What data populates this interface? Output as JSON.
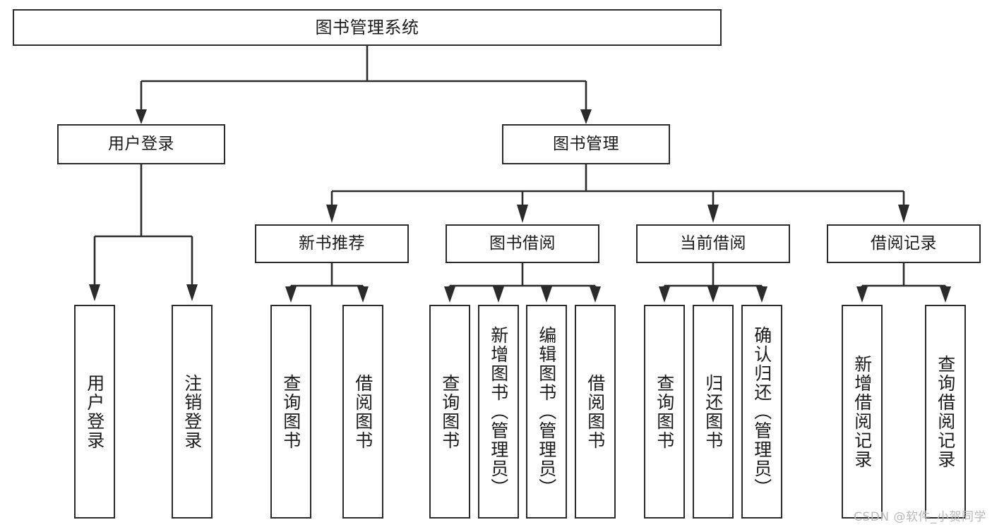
{
  "diagram": {
    "title": "图书管理系统",
    "type": "function-structure-tree",
    "watermark": "CSDN @软件_小贺同学",
    "colors": {
      "stroke": "#2b2b2b",
      "fill": "#ffffff",
      "text": "#1b1b1b",
      "watermark": "#b9b9b9"
    },
    "levels": {
      "level1": [
        "图书管理系统"
      ],
      "level2": [
        "用户登录",
        "图书管理"
      ],
      "level3": [
        "新书推荐",
        "图书借阅",
        "当前借阅",
        "借阅记录"
      ],
      "level4": [
        "用户登录",
        "注销登录",
        "查询图书",
        "借阅图书",
        "查询图书",
        "新增图书（管理员）",
        "编辑图书（管理员）",
        "借阅图书",
        "查询图书",
        "归还图书",
        "确认归还（管理员）",
        "新增借阅记录",
        "查询借阅记录"
      ]
    },
    "nodes": {
      "root": {
        "label": "图书管理系统"
      },
      "user_login": {
        "label": "用户登录"
      },
      "book_manage": {
        "label": "图书管理"
      },
      "new_book_rec": {
        "label": "新书推荐"
      },
      "book_borrow": {
        "label": "图书借阅"
      },
      "current_borrow": {
        "label": "当前借阅"
      },
      "borrow_record": {
        "label": "借阅记录"
      },
      "leaf_user_login": {
        "label": "用户登录"
      },
      "leaf_logout": {
        "label": "注销登录"
      },
      "leaf_query_book_1": {
        "label": "查询图书"
      },
      "leaf_borrow_book_1": {
        "label": "借阅图书"
      },
      "leaf_query_book_2": {
        "label": "查询图书"
      },
      "leaf_add_book": {
        "label": "新增图书（管理员）"
      },
      "leaf_edit_book": {
        "label": "编辑图书（管理员）"
      },
      "leaf_borrow_book_2": {
        "label": "借阅图书"
      },
      "leaf_query_book_3": {
        "label": "查询图书"
      },
      "leaf_return_book": {
        "label": "归还图书"
      },
      "leaf_confirm_return": {
        "label": "确认归还（管理员）"
      },
      "leaf_add_record": {
        "label": "新增借阅记录"
      },
      "leaf_query_record": {
        "label": "查询借阅记录"
      }
    },
    "edges": [
      {
        "from": "root",
        "to": "user_login"
      },
      {
        "from": "root",
        "to": "book_manage"
      },
      {
        "from": "user_login",
        "to": "leaf_user_login"
      },
      {
        "from": "user_login",
        "to": "leaf_logout"
      },
      {
        "from": "book_manage",
        "to": "new_book_rec"
      },
      {
        "from": "book_manage",
        "to": "book_borrow"
      },
      {
        "from": "book_manage",
        "to": "current_borrow"
      },
      {
        "from": "book_manage",
        "to": "borrow_record"
      },
      {
        "from": "new_book_rec",
        "to": "leaf_query_book_1"
      },
      {
        "from": "new_book_rec",
        "to": "leaf_borrow_book_1"
      },
      {
        "from": "book_borrow",
        "to": "leaf_query_book_2"
      },
      {
        "from": "book_borrow",
        "to": "leaf_add_book"
      },
      {
        "from": "book_borrow",
        "to": "leaf_edit_book"
      },
      {
        "from": "book_borrow",
        "to": "leaf_borrow_book_2"
      },
      {
        "from": "current_borrow",
        "to": "leaf_query_book_3"
      },
      {
        "from": "current_borrow",
        "to": "leaf_return_book"
      },
      {
        "from": "current_borrow",
        "to": "leaf_confirm_return"
      },
      {
        "from": "borrow_record",
        "to": "leaf_add_record"
      },
      {
        "from": "borrow_record",
        "to": "leaf_query_record"
      }
    ]
  }
}
